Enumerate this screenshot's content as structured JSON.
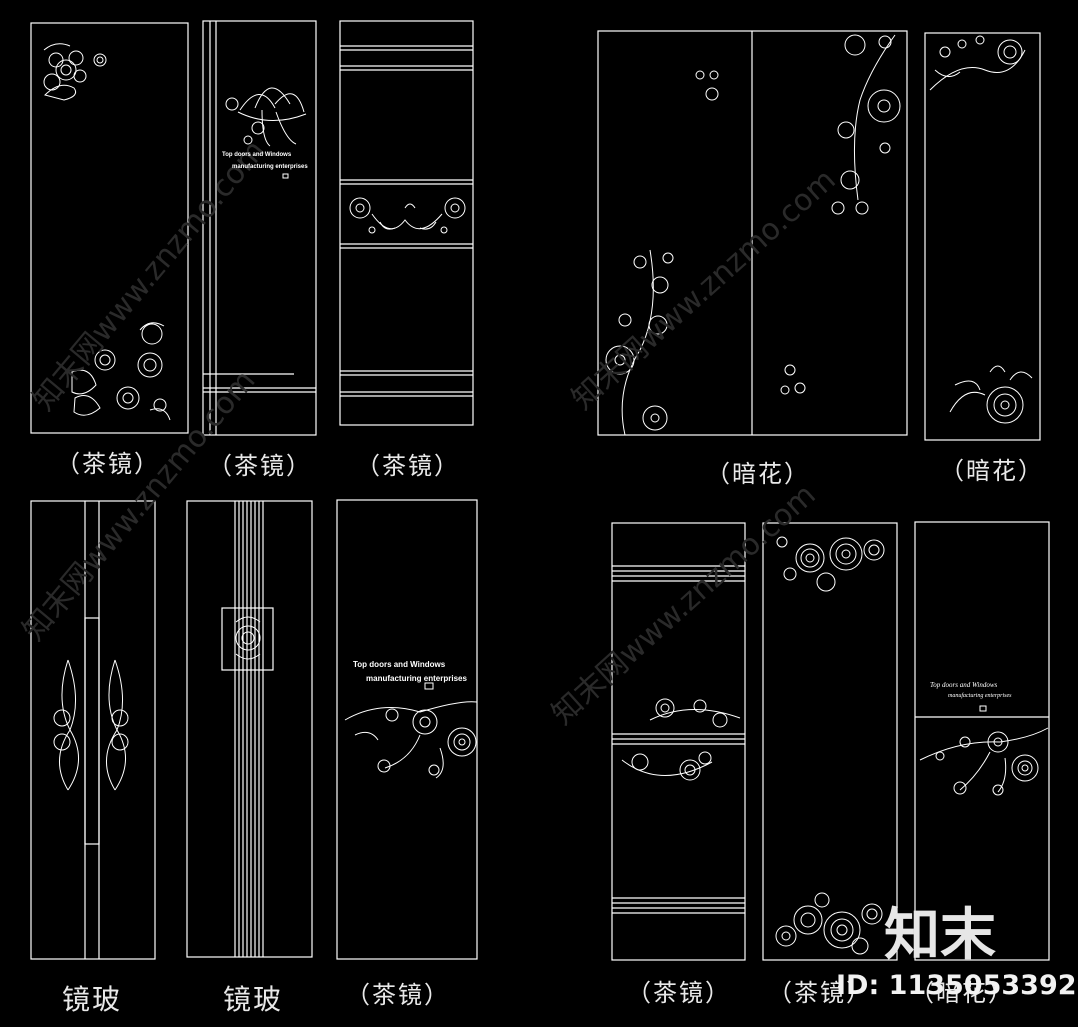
{
  "panels_caption": {
    "p1": "（茶镜）",
    "p2": "（茶镜）",
    "p3": "（茶镜）",
    "p4": "（暗花）",
    "p5": "（暗花）",
    "p6": "镜玻",
    "p7": "镜玻",
    "p8": "（茶镜）",
    "p9": "（茶镜）",
    "p10": "（茶镜）",
    "p11": "（暗花）"
  },
  "panel_text": {
    "p2_line1": "Top doors and Windows",
    "p2_line2": "manufacturing enterprises",
    "p8_line1": "Top doors and Windows",
    "p8_line2": "manufacturing enterprises",
    "p11_line1": "Top doors and Windows",
    "p11_line2": "manufacturing enterprises"
  },
  "watermark": {
    "site": "知末网www.znzmo.com",
    "brand": "知末",
    "id": "ID: 1135053392"
  },
  "colors": {
    "background": "#000000",
    "line": "#ffffff",
    "watermark": "#2a2a2a"
  }
}
